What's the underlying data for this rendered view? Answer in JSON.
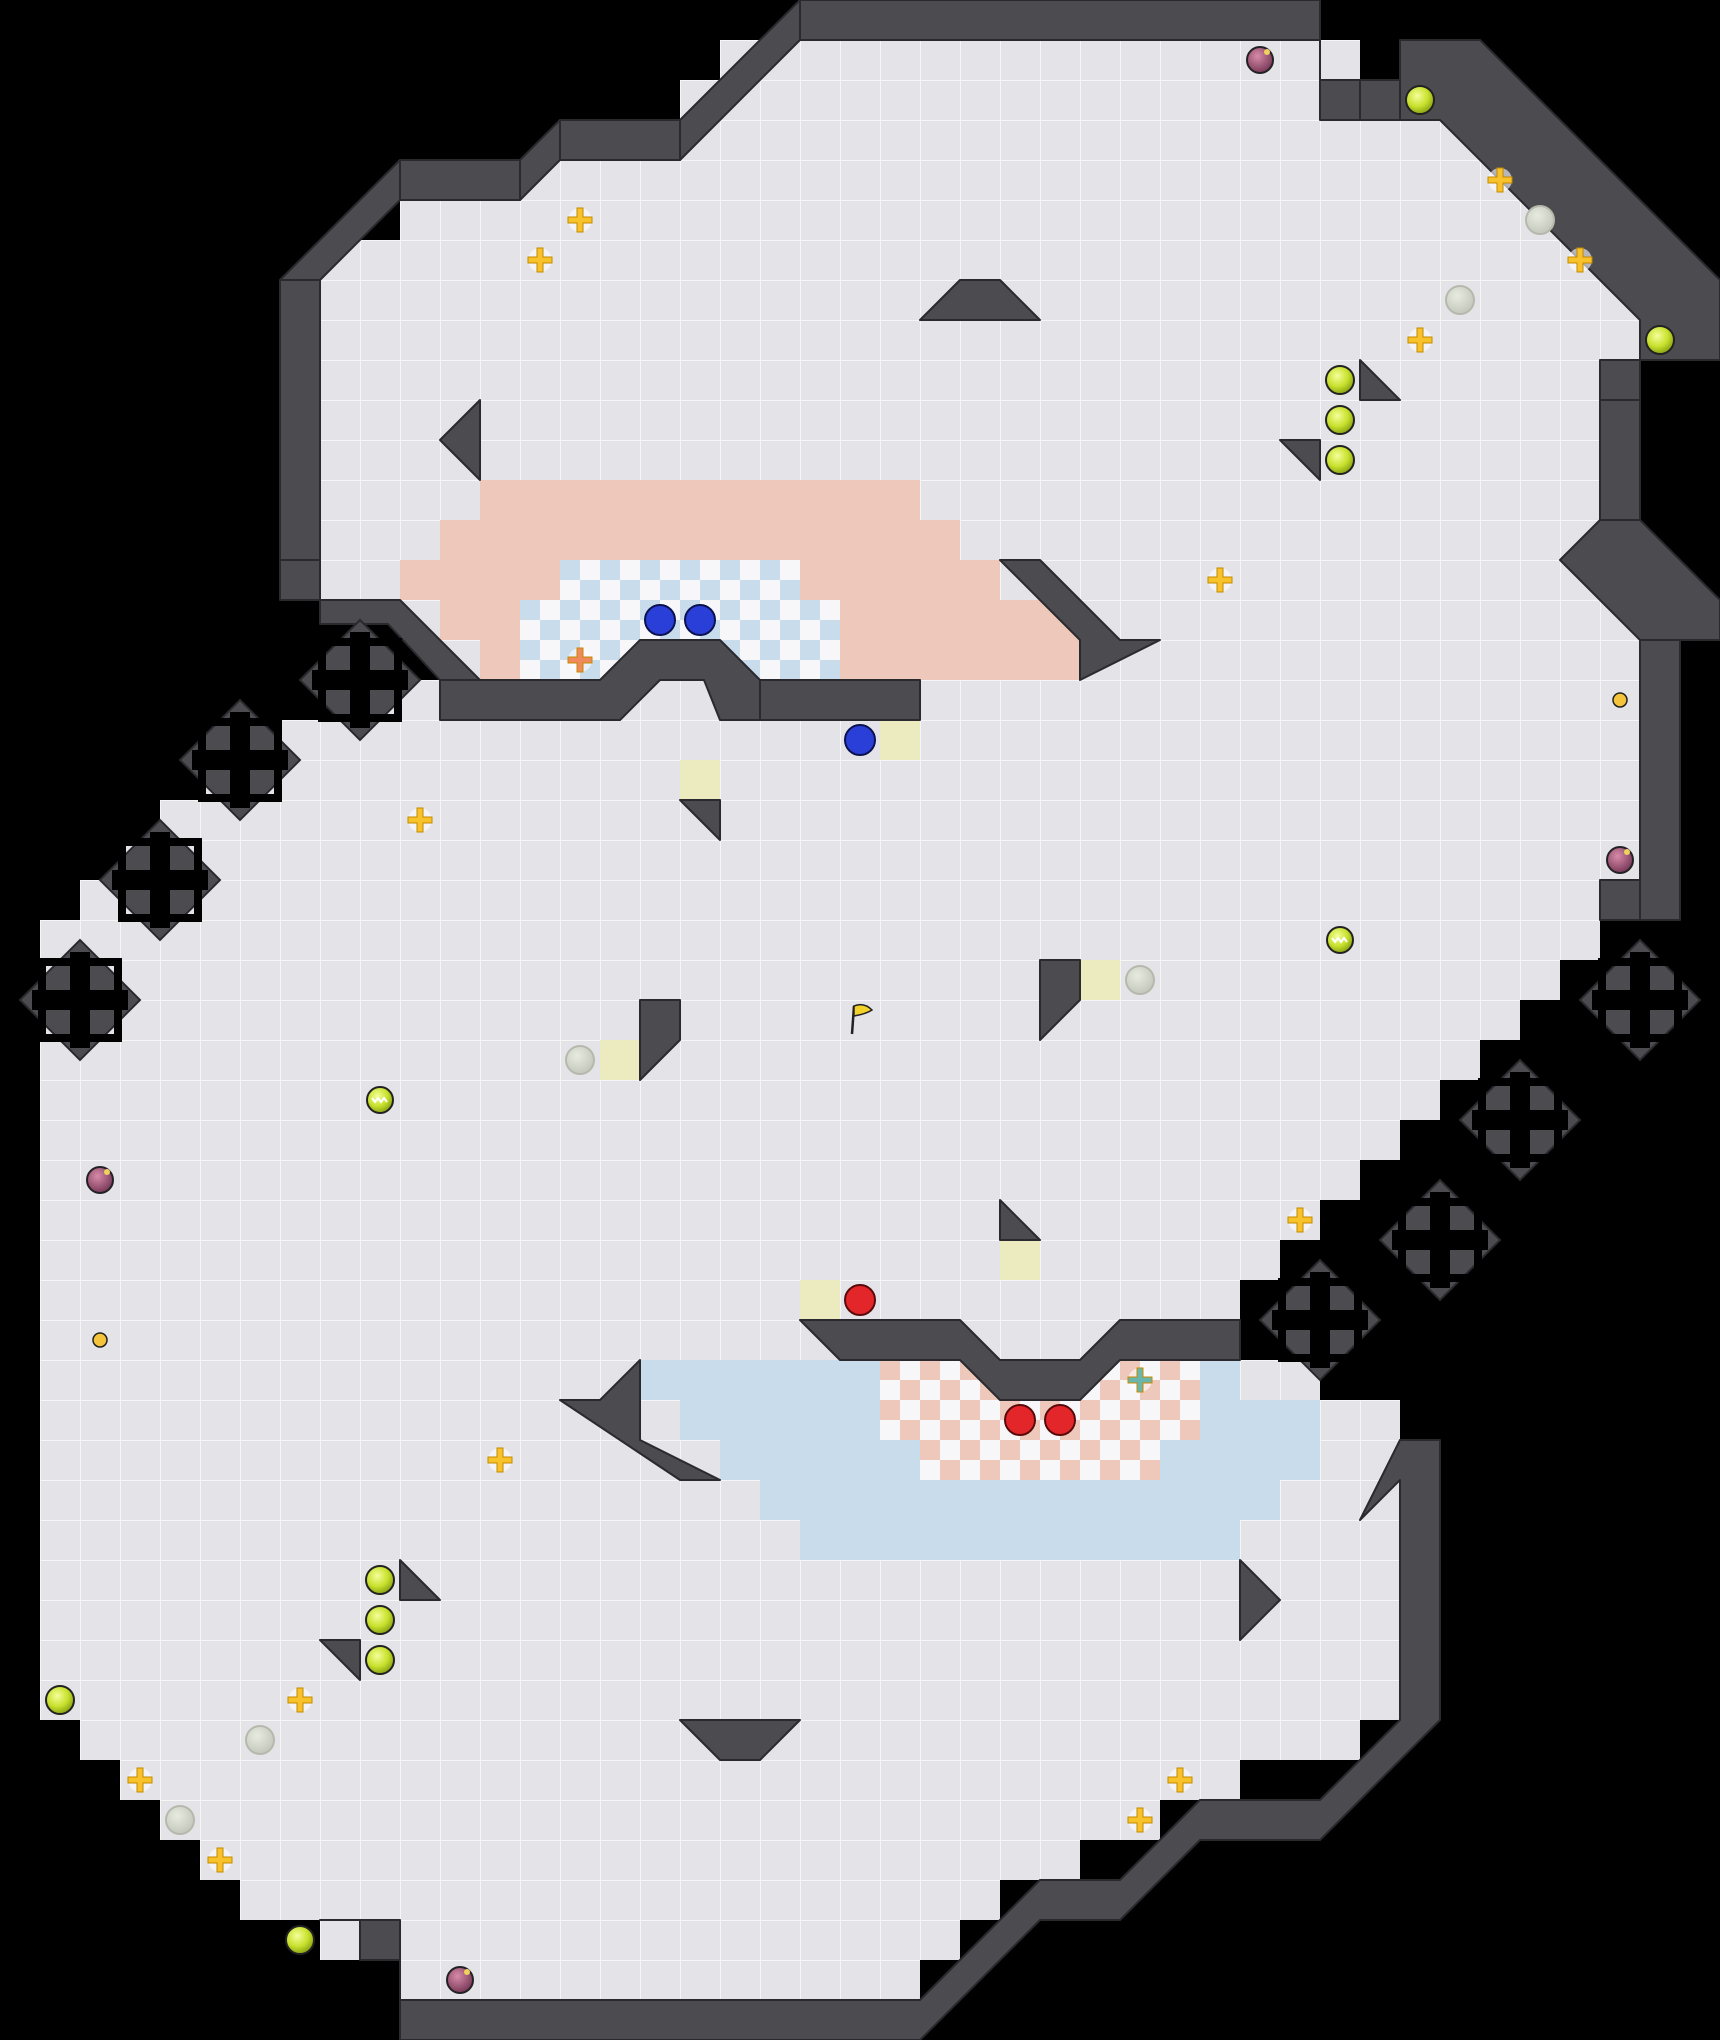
{
  "map": {
    "cols": 43,
    "rows": 51,
    "colors": {
      "background": "#000000",
      "floor": "#e4e4e8",
      "grid_line": "#f6f6f8",
      "wall": "#4c4b50",
      "wall_edge": "#2a2a2e",
      "red_base": "#eec9bb",
      "blue_base": "#c8dcec",
      "checker_light": "#f7f7fa",
      "yellow_tile": "#ecebc0"
    },
    "flag": {
      "col": 21.5,
      "row": 25.5,
      "icon": "flag-icon"
    }
  },
  "bases": {
    "red": [
      {
        "c": 12,
        "r": 12,
        "w": 11,
        "h": 1
      },
      {
        "c": 11,
        "r": 13,
        "w": 13,
        "h": 1
      },
      {
        "c": 10,
        "r": 14,
        "w": 15,
        "h": 1
      },
      {
        "c": 11,
        "r": 15,
        "w": 16,
        "h": 1
      },
      {
        "c": 12,
        "r": 16,
        "w": 15,
        "h": 1
      }
    ],
    "blue": [
      {
        "c": 16,
        "r": 34,
        "w": 15,
        "h": 1
      },
      {
        "c": 17,
        "r": 35,
        "w": 16,
        "h": 1
      },
      {
        "c": 18,
        "r": 36,
        "w": 15,
        "h": 1
      },
      {
        "c": 19,
        "r": 37,
        "w": 13,
        "h": 1
      },
      {
        "c": 20,
        "r": 38,
        "w": 11,
        "h": 1
      }
    ],
    "blue_checker": [
      {
        "c": 14,
        "r": 14,
        "w": 6,
        "h": 1
      },
      {
        "c": 13,
        "r": 15,
        "w": 8,
        "h": 2
      }
    ],
    "red_checker": [
      {
        "c": 22,
        "r": 34,
        "w": 8,
        "h": 2
      },
      {
        "c": 23,
        "r": 36,
        "w": 6,
        "h": 1
      }
    ]
  },
  "players": {
    "blue": [
      {
        "col": 16.5,
        "row": 15.5
      },
      {
        "col": 17.5,
        "row": 15.5
      },
      {
        "col": 21.5,
        "row": 18.5
      }
    ],
    "red": [
      {
        "col": 21.5,
        "row": 32.5
      },
      {
        "col": 25.5,
        "row": 35.5
      },
      {
        "col": 26.5,
        "row": 35.5
      }
    ]
  },
  "pickups": {
    "boosts": [
      {
        "col": 14.5,
        "row": 5.5
      },
      {
        "col": 13.5,
        "row": 6.5
      },
      {
        "col": 37.5,
        "row": 4.5
      },
      {
        "col": 39.5,
        "row": 6.5
      },
      {
        "col": 35.5,
        "row": 8.5
      },
      {
        "col": 30.5,
        "row": 14.5
      },
      {
        "col": 10.5,
        "row": 20.5
      },
      {
        "col": 32.5,
        "row": 30.5
      },
      {
        "col": 12.5,
        "row": 36.5
      },
      {
        "col": 7.5,
        "row": 42.5
      },
      {
        "col": 3.5,
        "row": 44.5
      },
      {
        "col": 5.5,
        "row": 46.5
      },
      {
        "col": 29.5,
        "row": 44.5
      },
      {
        "col": 28.5,
        "row": 45.5
      }
    ],
    "spawn_markers": [
      {
        "col": 14.5,
        "row": 16.5,
        "color": "#f08a5d",
        "label": "red-spawn-icon"
      },
      {
        "col": 28.5,
        "row": 34.5,
        "color": "#6ab5ac",
        "label": "blue-spawn-icon"
      }
    ],
    "gray_orbs": [
      {
        "col": 38.5,
        "row": 5.5
      },
      {
        "col": 36.5,
        "row": 7.5
      },
      {
        "col": 28.5,
        "row": 24.5
      },
      {
        "col": 14.5,
        "row": 26.5
      },
      {
        "col": 6.5,
        "row": 43.5
      },
      {
        "col": 4.5,
        "row": 45.5
      }
    ],
    "lime_orbs": [
      {
        "col": 35.5,
        "row": 2.5
      },
      {
        "col": 41.5,
        "row": 8.5
      },
      {
        "col": 33.5,
        "row": 9.5
      },
      {
        "col": 33.5,
        "row": 10.5
      },
      {
        "col": 33.5,
        "row": 11.5
      },
      {
        "col": 9.5,
        "row": 39.5
      },
      {
        "col": 9.5,
        "row": 40.5
      },
      {
        "col": 9.5,
        "row": 41.5
      },
      {
        "col": 1.5,
        "row": 42.5
      },
      {
        "col": 7.5,
        "row": 48.5
      }
    ],
    "bombs": [
      {
        "col": 31.5,
        "row": 1.5
      },
      {
        "col": 40.5,
        "row": 21.5
      },
      {
        "col": 2.5,
        "row": 29.5
      },
      {
        "col": 11.5,
        "row": 49.5
      }
    ],
    "stripe_orbs": [
      {
        "col": 33.5,
        "row": 23.5
      },
      {
        "col": 9.5,
        "row": 27.5
      }
    ],
    "small_dots": [
      {
        "col": 40.5,
        "row": 17.5
      },
      {
        "col": 2.5,
        "row": 33.5
      }
    ]
  },
  "tiles": {
    "yellow": [
      {
        "col": 22,
        "row": 18
      },
      {
        "col": 17,
        "row": 19
      },
      {
        "col": 27,
        "row": 24
      },
      {
        "col": 15,
        "row": 26
      },
      {
        "col": 25,
        "row": 31
      },
      {
        "col": 20,
        "row": 32
      }
    ]
  },
  "walls": {
    "polygons": [
      [
        [
          20,
          0
        ],
        [
          33,
          0
        ],
        [
          33,
          2
        ],
        [
          34,
          2
        ],
        [
          34,
          3
        ],
        [
          36,
          3
        ],
        [
          36,
          2
        ],
        [
          35,
          2
        ],
        [
          35,
          1
        ],
        [
          37,
          1
        ],
        [
          43,
          7
        ],
        [
          43,
          9
        ],
        [
          41,
          9
        ],
        [
          41,
          10
        ],
        [
          40,
          10
        ],
        [
          40,
          13
        ],
        [
          43,
          15
        ],
        [
          43,
          16
        ],
        [
          42,
          16
        ],
        [
          42,
          23
        ],
        [
          40,
          23
        ],
        [
          40,
          22
        ],
        [
          41,
          22
        ],
        [
          41,
          16
        ],
        [
          41,
          15
        ],
        [
          39,
          14
        ],
        [
          41,
          12
        ],
        [
          41,
          9
        ],
        [
          33,
          2
        ],
        [
          33,
          1
        ],
        [
          20,
          1
        ],
        [
          17,
          4
        ],
        [
          14,
          4
        ],
        [
          13,
          5
        ],
        [
          10,
          5
        ],
        [
          8,
          7
        ],
        [
          8,
          14
        ],
        [
          10,
          15
        ],
        [
          11,
          15
        ],
        [
          12,
          17
        ],
        [
          16,
          17
        ],
        [
          17,
          16
        ],
        [
          18,
          16
        ],
        [
          19,
          18
        ],
        [
          23,
          18
        ],
        [
          22,
          17
        ],
        [
          19,
          17
        ],
        [
          18,
          16
        ],
        [
          16,
          16
        ],
        [
          15,
          17
        ],
        [
          12,
          17
        ],
        [
          12,
          16
        ],
        [
          11,
          15
        ],
        [
          9,
          15
        ],
        [
          8,
          14
        ],
        [
          7,
          14
        ],
        [
          7,
          8
        ],
        [
          9,
          6
        ],
        [
          10,
          5
        ],
        [
          13,
          5
        ],
        [
          14,
          4
        ],
        [
          17,
          3
        ],
        [
          20,
          0
        ]
      ]
    ],
    "pieces": [
      [
        [
          20,
          0
        ],
        [
          33,
          0
        ],
        [
          33,
          2
        ],
        [
          34,
          2
        ],
        [
          34,
          3
        ],
        [
          33,
          3
        ],
        [
          33,
          1
        ],
        [
          20,
          1
        ]
      ],
      [
        [
          20,
          0
        ],
        [
          20,
          1
        ],
        [
          17,
          4
        ],
        [
          17,
          3
        ]
      ],
      [
        [
          17,
          3
        ],
        [
          17,
          4
        ],
        [
          14,
          4
        ],
        [
          14,
          3
        ]
      ],
      [
        [
          14,
          3
        ],
        [
          14,
          4
        ],
        [
          13,
          5
        ],
        [
          13,
          4
        ]
      ],
      [
        [
          13,
          4
        ],
        [
          13,
          5
        ],
        [
          10,
          5
        ],
        [
          10,
          4
        ]
      ],
      [
        [
          10,
          4
        ],
        [
          10,
          5
        ],
        [
          8,
          7
        ],
        [
          7,
          7
        ]
      ],
      [
        [
          7,
          7
        ],
        [
          8,
          7
        ],
        [
          8,
          14
        ],
        [
          7,
          14
        ]
      ],
      [
        [
          7,
          14
        ],
        [
          8,
          14
        ],
        [
          8,
          15
        ],
        [
          7,
          15
        ]
      ],
      [
        [
          8,
          15
        ],
        [
          10,
          15
        ],
        [
          12,
          17
        ],
        [
          11,
          17
        ],
        [
          9.7,
          15.6
        ],
        [
          8,
          15.6
        ]
      ],
      [
        [
          11,
          17
        ],
        [
          12,
          17
        ],
        [
          15,
          17
        ],
        [
          16,
          16
        ],
        [
          18,
          16
        ],
        [
          19,
          17
        ],
        [
          19,
          18
        ],
        [
          18,
          18
        ],
        [
          17.6,
          17
        ],
        [
          16.5,
          17
        ],
        [
          15.5,
          18
        ],
        [
          11,
          18
        ]
      ],
      [
        [
          19,
          17
        ],
        [
          23,
          17
        ],
        [
          23,
          18
        ],
        [
          19,
          18
        ]
      ],
      [
        [
          33,
          2
        ],
        [
          35,
          2
        ],
        [
          35,
          3
        ],
        [
          34,
          3
        ],
        [
          34,
          2
        ]
      ],
      [
        [
          35,
          1
        ],
        [
          37,
          1
        ],
        [
          43,
          7
        ],
        [
          43,
          9
        ],
        [
          41,
          9
        ],
        [
          41,
          10
        ],
        [
          40,
          10
        ],
        [
          40,
          9
        ],
        [
          41,
          9
        ],
        [
          41,
          8
        ],
        [
          36,
          3
        ],
        [
          35,
          3
        ]
      ],
      [
        [
          40,
          10
        ],
        [
          41,
          10
        ],
        [
          41,
          13
        ],
        [
          40,
          13
        ]
      ],
      [
        [
          40,
          13
        ],
        [
          41,
          13
        ],
        [
          43,
          15
        ],
        [
          43,
          16
        ],
        [
          41,
          16
        ],
        [
          39,
          14
        ]
      ],
      [
        [
          41,
          16
        ],
        [
          42,
          16
        ],
        [
          42,
          23
        ],
        [
          41,
          23
        ]
      ],
      [
        [
          40,
          22
        ],
        [
          41,
          22
        ],
        [
          41,
          23
        ],
        [
          40,
          23
        ]
      ],
      [
        [
          25,
          7
        ],
        [
          24,
          7
        ],
        [
          23,
          8
        ],
        [
          26,
          8
        ]
      ],
      [
        [
          12,
          10
        ],
        [
          12,
          12
        ],
        [
          11,
          11
        ]
      ],
      [
        [
          34,
          9
        ],
        [
          35,
          10
        ],
        [
          34,
          10
        ]
      ],
      [
        [
          32,
          11
        ],
        [
          33,
          11
        ],
        [
          33,
          12
        ]
      ],
      [
        [
          25,
          14
        ],
        [
          26,
          14
        ],
        [
          28,
          16
        ],
        [
          29,
          16
        ],
        [
          27,
          17
        ],
        [
          27,
          16
        ]
      ],
      [
        [
          17,
          20
        ],
        [
          18,
          20
        ],
        [
          18,
          21
        ]
      ],
      [
        [
          26,
          24
        ],
        [
          27,
          24
        ],
        [
          27,
          25
        ],
        [
          26,
          26
        ]
      ],
      [
        [
          16,
          25
        ],
        [
          17,
          25
        ],
        [
          17,
          26
        ],
        [
          16,
          27
        ]
      ],
      [
        [
          25,
          30
        ],
        [
          26,
          31
        ],
        [
          25,
          31
        ]
      ],
      [
        [
          20,
          33
        ],
        [
          24,
          33
        ],
        [
          25,
          34
        ],
        [
          27,
          34
        ],
        [
          28,
          33
        ],
        [
          31,
          33
        ],
        [
          31,
          34
        ],
        [
          28,
          34
        ],
        [
          27,
          35
        ],
        [
          25,
          35
        ],
        [
          24,
          34
        ],
        [
          21,
          34
        ]
      ],
      [
        [
          16,
          34
        ],
        [
          16,
          36
        ],
        [
          18,
          37
        ],
        [
          17,
          37
        ],
        [
          14,
          35
        ],
        [
          15,
          35
        ]
      ],
      [
        [
          31,
          39
        ],
        [
          32,
          40
        ],
        [
          31,
          41
        ]
      ],
      [
        [
          10,
          39
        ],
        [
          11,
          40
        ],
        [
          10,
          40
        ]
      ],
      [
        [
          8,
          41
        ],
        [
          9,
          41
        ],
        [
          9,
          42
        ]
      ],
      [
        [
          17,
          43
        ],
        [
          20,
          43
        ],
        [
          19,
          44
        ],
        [
          18,
          44
        ]
      ],
      [
        [
          34,
          38
        ],
        [
          35,
          36
        ],
        [
          36,
          36
        ],
        [
          36,
          43
        ],
        [
          33,
          46
        ],
        [
          30,
          46
        ],
        [
          28,
          48
        ],
        [
          26,
          48
        ],
        [
          23,
          51
        ],
        [
          10,
          51
        ],
        [
          10,
          49
        ],
        [
          9,
          49
        ],
        [
          9,
          48
        ],
        [
          8,
          48
        ],
        [
          10,
          48
        ],
        [
          10,
          50
        ],
        [
          23,
          50
        ],
        [
          26,
          47
        ],
        [
          28,
          47
        ],
        [
          30,
          45
        ],
        [
          33,
          45
        ],
        [
          35,
          43
        ],
        [
          35,
          37
        ]
      ]
    ],
    "crosses": [
      {
        "col": 9,
        "row": 17
      },
      {
        "col": 6,
        "row": 19
      },
      {
        "col": 4,
        "row": 22
      },
      {
        "col": 2,
        "row": 25
      },
      {
        "col": 41,
        "row": 25
      },
      {
        "col": 38,
        "row": 28
      },
      {
        "col": 36,
        "row": 31
      },
      {
        "col": 33,
        "row": 33
      }
    ]
  }
}
